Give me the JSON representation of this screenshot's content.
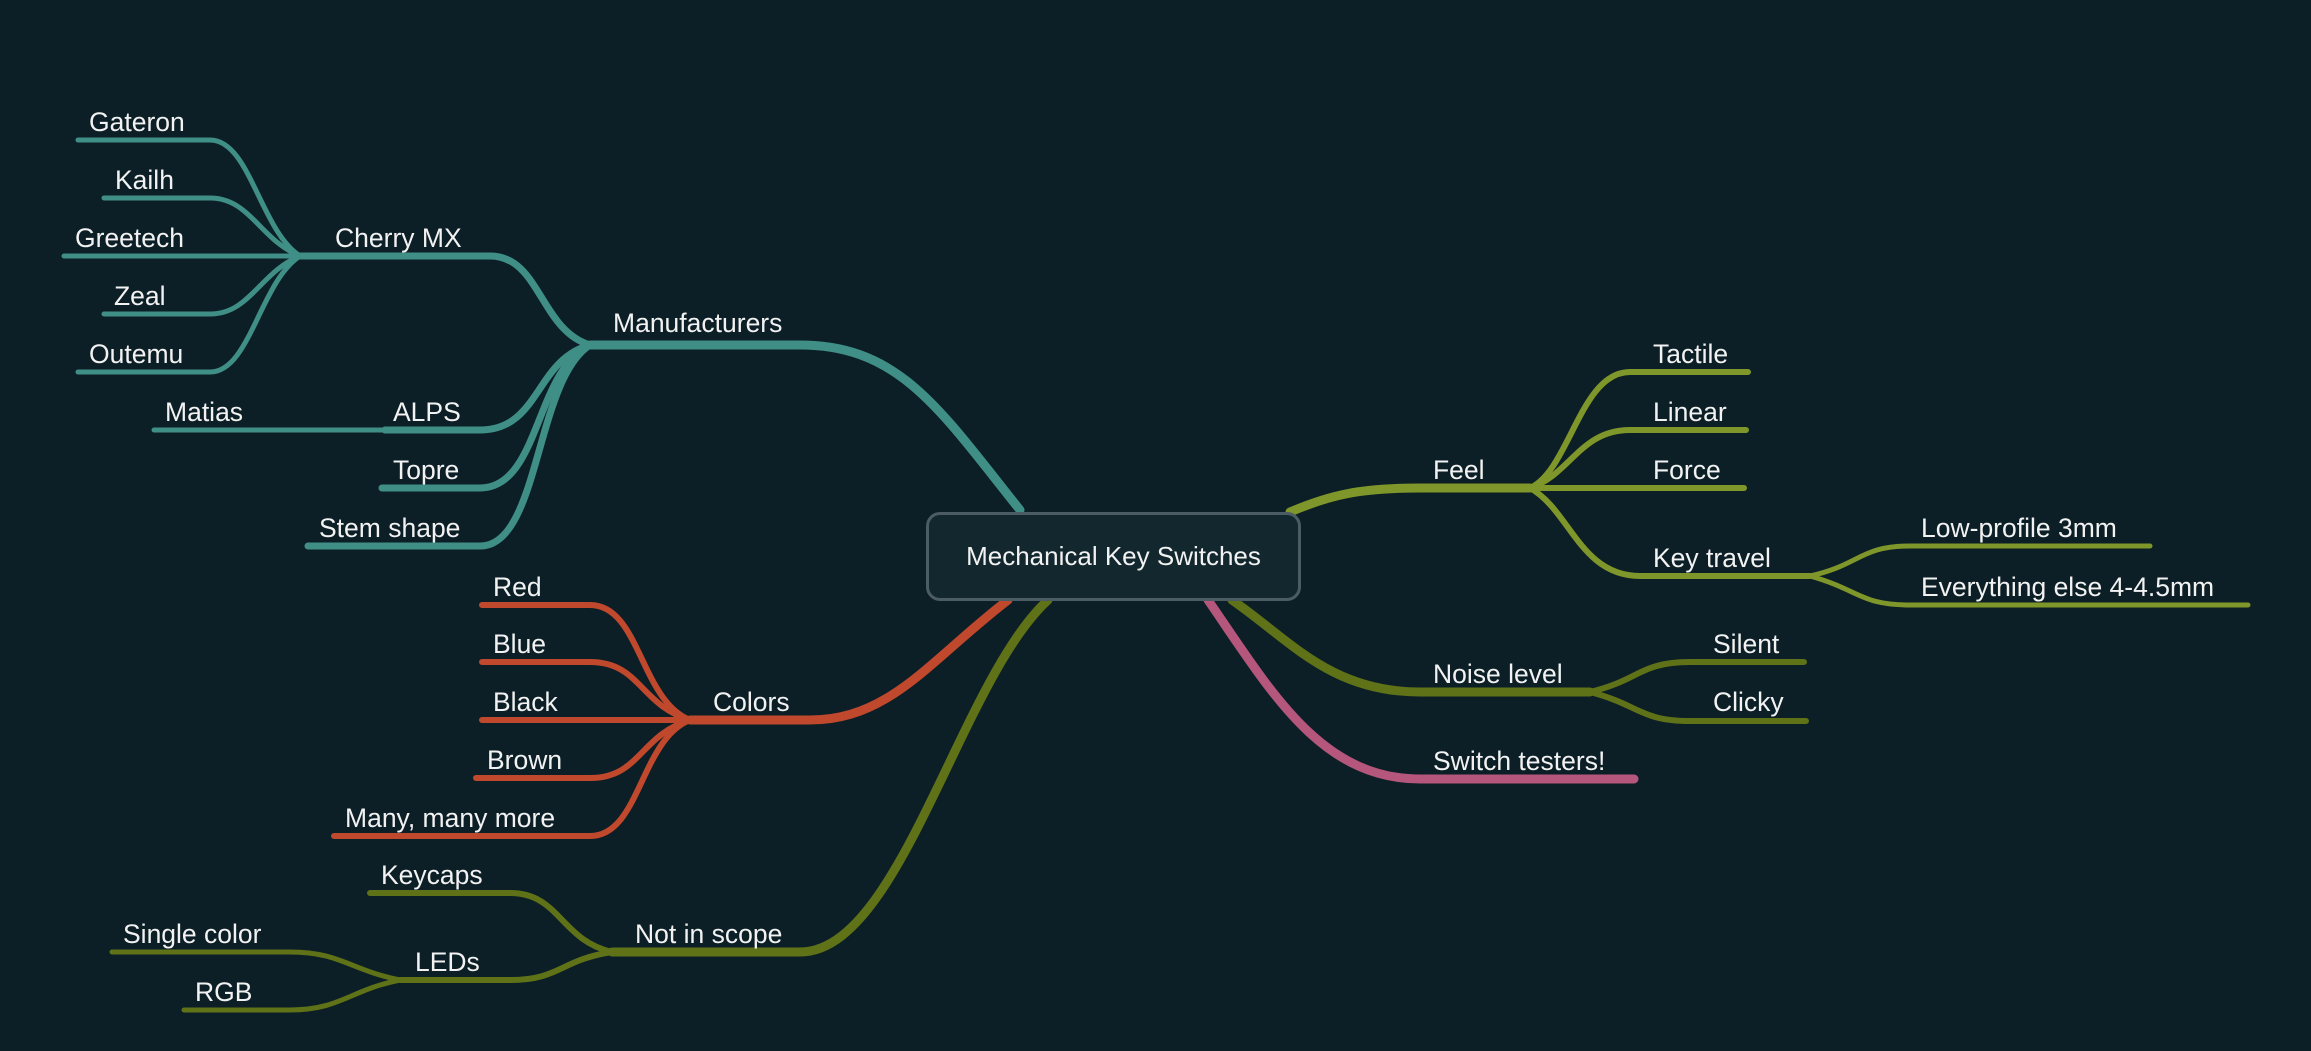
{
  "root": "Mechanical Key Switches",
  "colors": {
    "background": "#0c1f26",
    "teal": "#3f8f86",
    "orange": "#c0482c",
    "olive": "#5f7218",
    "lime": "#7f962a",
    "pink": "#b5567c"
  },
  "branches": {
    "manufacturers": {
      "label": "Manufacturers",
      "cherry": {
        "label": "Cherry MX",
        "items": [
          "Gateron",
          "Kailh",
          "Greetech",
          "Zeal",
          "Outemu"
        ]
      },
      "alps": {
        "label": "ALPS",
        "child": "Matias"
      },
      "topre": "Topre",
      "stem": "Stem shape"
    },
    "colors": {
      "label": "Colors",
      "items": [
        "Red",
        "Blue",
        "Black",
        "Brown",
        "Many, many more"
      ]
    },
    "scope": {
      "label": "Not in scope",
      "keycaps": "Keycaps",
      "leds": {
        "label": "LEDs",
        "items": [
          "Single color",
          "RGB"
        ]
      }
    },
    "feel": {
      "label": "Feel",
      "items": [
        "Tactile",
        "Linear",
        "Force"
      ],
      "travel": {
        "label": "Key travel",
        "items": [
          "Low-profile 3mm",
          "Everything else 4-4.5mm"
        ]
      }
    },
    "noise": {
      "label": "Noise level",
      "items": [
        "Silent",
        "Clicky"
      ]
    },
    "testers": "Switch testers!"
  }
}
